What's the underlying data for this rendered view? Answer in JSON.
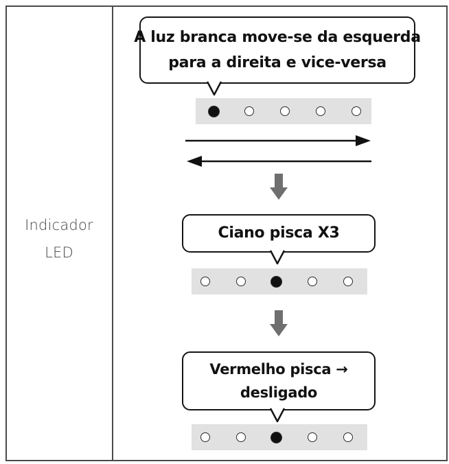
{
  "row_label": {
    "line1": "Indicador",
    "line2": "LED"
  },
  "steps": [
    {
      "text_lines": [
        "A luz branca move-se da esquerda",
        "para a direita e vice-versa"
      ],
      "leds": [
        1,
        0,
        0,
        0,
        0
      ]
    },
    {
      "text_lines": [
        "Ciano pisca X3"
      ],
      "leds": [
        0,
        0,
        1,
        0,
        0
      ]
    },
    {
      "text_lines": [
        "Vermelho pisca →",
        "desligado"
      ],
      "leds": [
        0,
        0,
        1,
        0,
        0
      ]
    }
  ],
  "colors": {
    "border": "#4a4a4a",
    "strip": "#e1e1e1",
    "arrow_down": "#6f6f6f",
    "led_on": "#111111"
  }
}
